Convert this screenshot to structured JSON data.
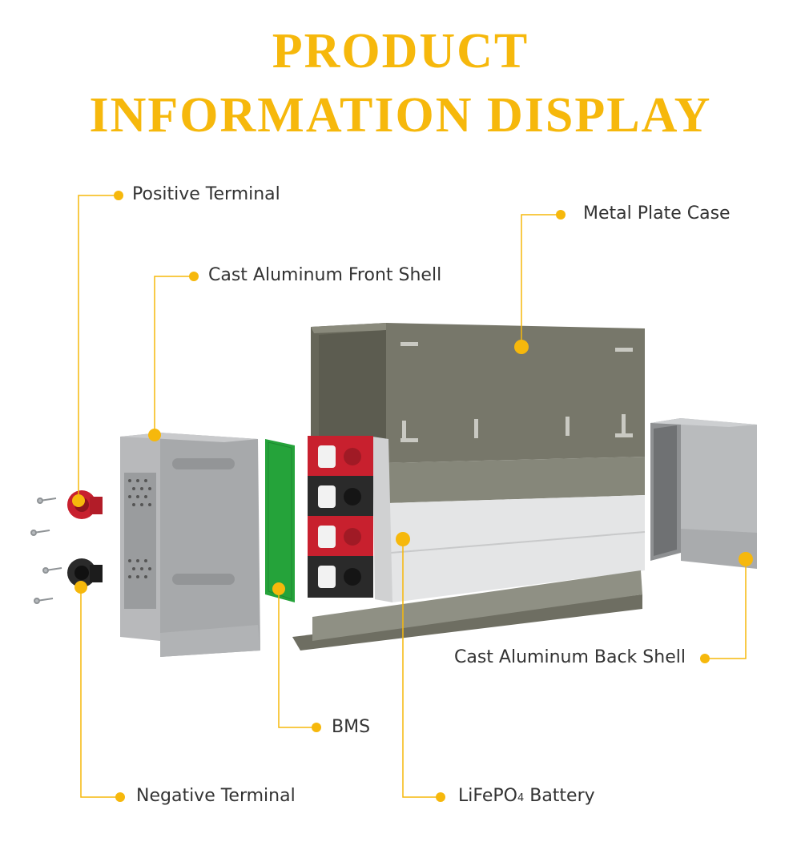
{
  "title": {
    "line1": "PRODUCT",
    "line2": "INFORMATION DISPLAY"
  },
  "labels": {
    "positive_terminal": "Positive Terminal",
    "cast_aluminum_front_shell": "Cast Aluminum Front Shell",
    "metal_plate_case": "Metal Plate Case",
    "cast_aluminum_back_shell": "Cast Aluminum Back Shell",
    "bms": "BMS",
    "negative_terminal": "Negative Terminal",
    "lifepo4_battery_prefix": "LiFePO",
    "lifepo4_battery_sub": "4",
    "lifepo4_battery_suffix": " Battery"
  },
  "colors": {
    "accent": "#f6b80c",
    "case_green": "#77776a",
    "shell_grey": "#a7a9ab",
    "bms_green": "#25a33a",
    "terminal_red": "#c8202e",
    "cell_black": "#2a2a2a"
  }
}
